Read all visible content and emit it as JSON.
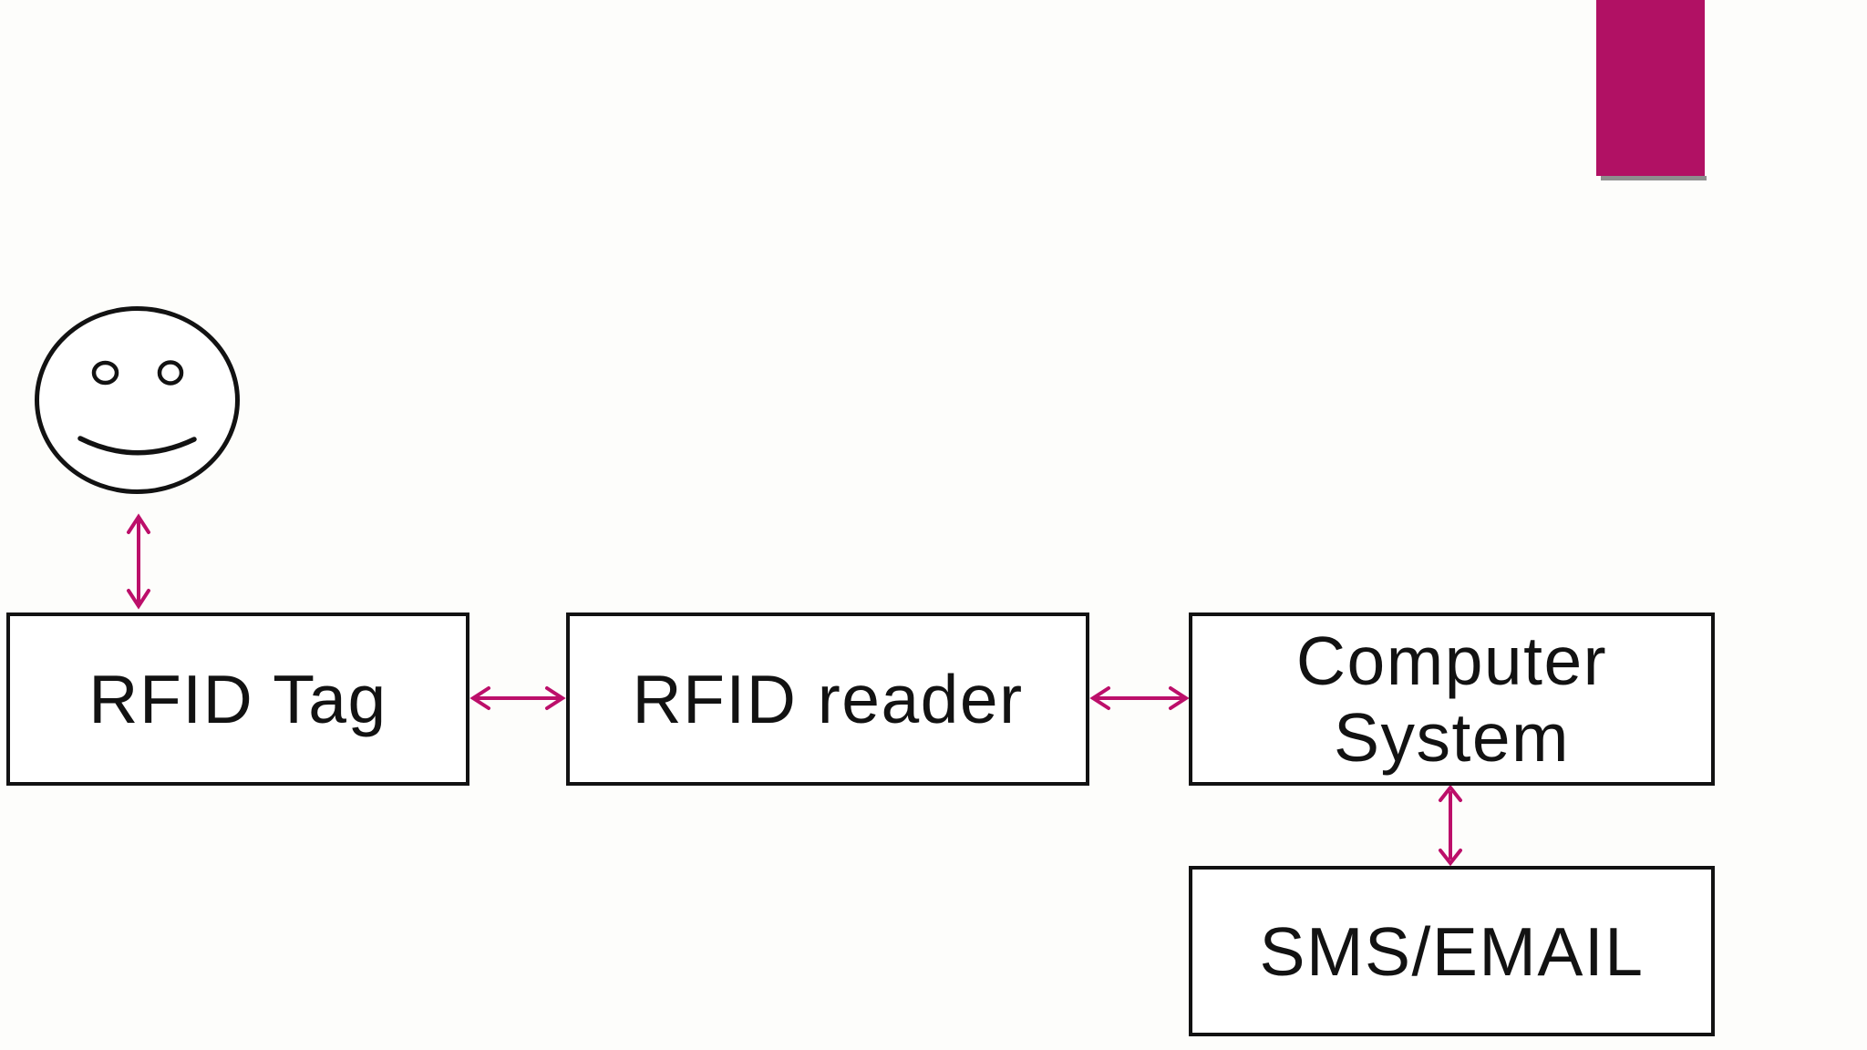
{
  "colors": {
    "accent": "#B11164",
    "arrow": "#BC0F6A",
    "ink": "#121212",
    "shadow": "#8E8E8E",
    "bg": "#FDFDFB",
    "box_fill": "#FFFFFF"
  },
  "icons": {
    "user": "smiley-face-icon"
  },
  "nodes": {
    "rfid_tag": {
      "label": "RFID Tag"
    },
    "rfid_reader": {
      "label": "RFID reader"
    },
    "computer_system": {
      "label": "Computer System",
      "line1": "Computer",
      "line2": "System"
    },
    "sms_email": {
      "label": "SMS/EMAIL"
    }
  },
  "connections": [
    {
      "from": "user",
      "to": "rfid_tag",
      "direction": "bidirectional"
    },
    {
      "from": "rfid_tag",
      "to": "rfid_reader",
      "direction": "bidirectional"
    },
    {
      "from": "rfid_reader",
      "to": "computer_system",
      "direction": "bidirectional"
    },
    {
      "from": "computer_system",
      "to": "sms_email",
      "direction": "bidirectional"
    }
  ]
}
